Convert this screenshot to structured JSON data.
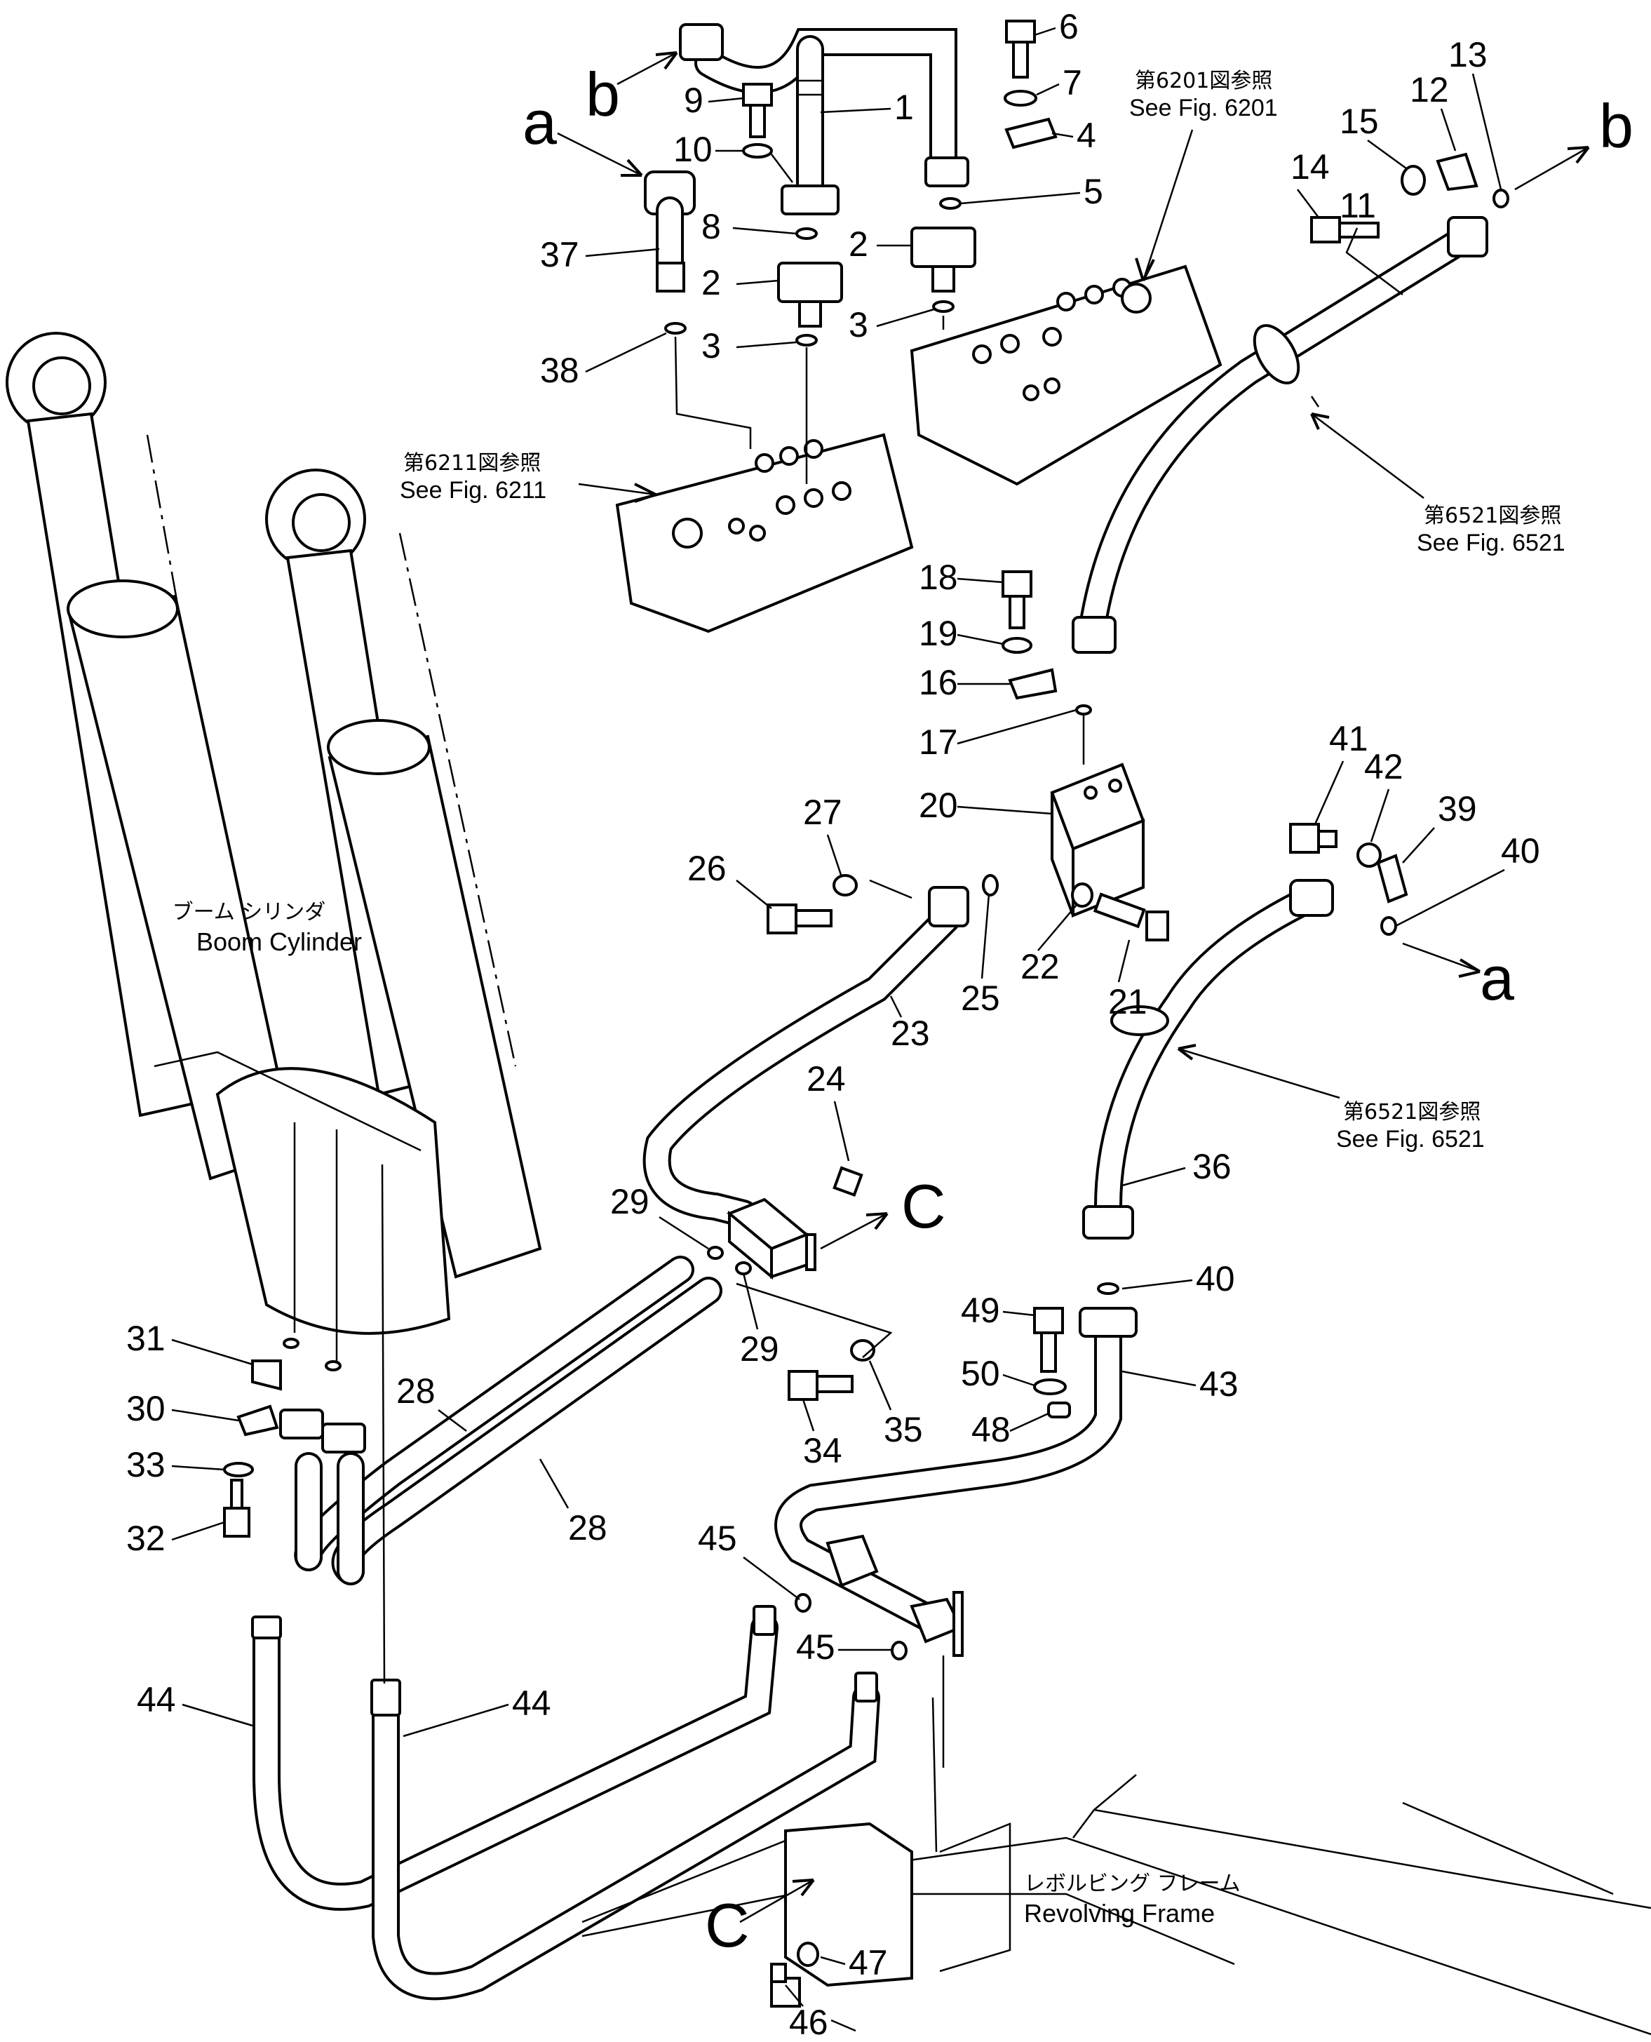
{
  "labels": {
    "a_top": "a",
    "b_top": "b",
    "b_right": "b",
    "a_right": "a",
    "c_mid": "C",
    "c_bottom": "C",
    "boom_cylinder_jp": "ブーム シリンダ",
    "boom_cylinder_en": "Boom Cylinder",
    "revolving_frame_jp": "レボルビング フレーム",
    "revolving_frame_en": "Revolving Frame"
  },
  "references": {
    "fig6201_jp": "第6201図参照",
    "fig6201_en": "See Fig. 6201",
    "fig6211_jp": "第6211図参照",
    "fig6211_en": "See Fig. 6211",
    "fig6521a_jp": "第6521図参照",
    "fig6521a_en": "See Fig. 6521",
    "fig6521b_jp": "第6521図参照",
    "fig6521b_en": "See Fig. 6521"
  },
  "parts": {
    "p1": "1",
    "p2a": "2",
    "p2b": "2",
    "p3a": "3",
    "p3b": "3",
    "p4": "4",
    "p5": "5",
    "p6": "6",
    "p7": "7",
    "p8": "8",
    "p9": "9",
    "p10": "10",
    "p11": "11",
    "p12": "12",
    "p13": "13",
    "p14": "14",
    "p15": "15",
    "p16": "16",
    "p17": "17",
    "p18": "18",
    "p19": "19",
    "p20": "20",
    "p21": "21",
    "p22": "22",
    "p23": "23",
    "p24": "24",
    "p25": "25",
    "p26": "26",
    "p27": "27",
    "p28a": "28",
    "p28b": "28",
    "p29a": "29",
    "p29b": "29",
    "p30": "30",
    "p31": "31",
    "p32": "32",
    "p33": "33",
    "p34": "34",
    "p35": "35",
    "p36": "36",
    "p37": "37",
    "p38": "38",
    "p39": "39",
    "p40a": "40",
    "p40b": "40",
    "p41": "41",
    "p42": "42",
    "p43": "43",
    "p44a": "44",
    "p44b": "44",
    "p45a": "45",
    "p45b": "45",
    "p46": "46",
    "p47": "47",
    "p48": "48",
    "p49": "49",
    "p50": "50"
  }
}
